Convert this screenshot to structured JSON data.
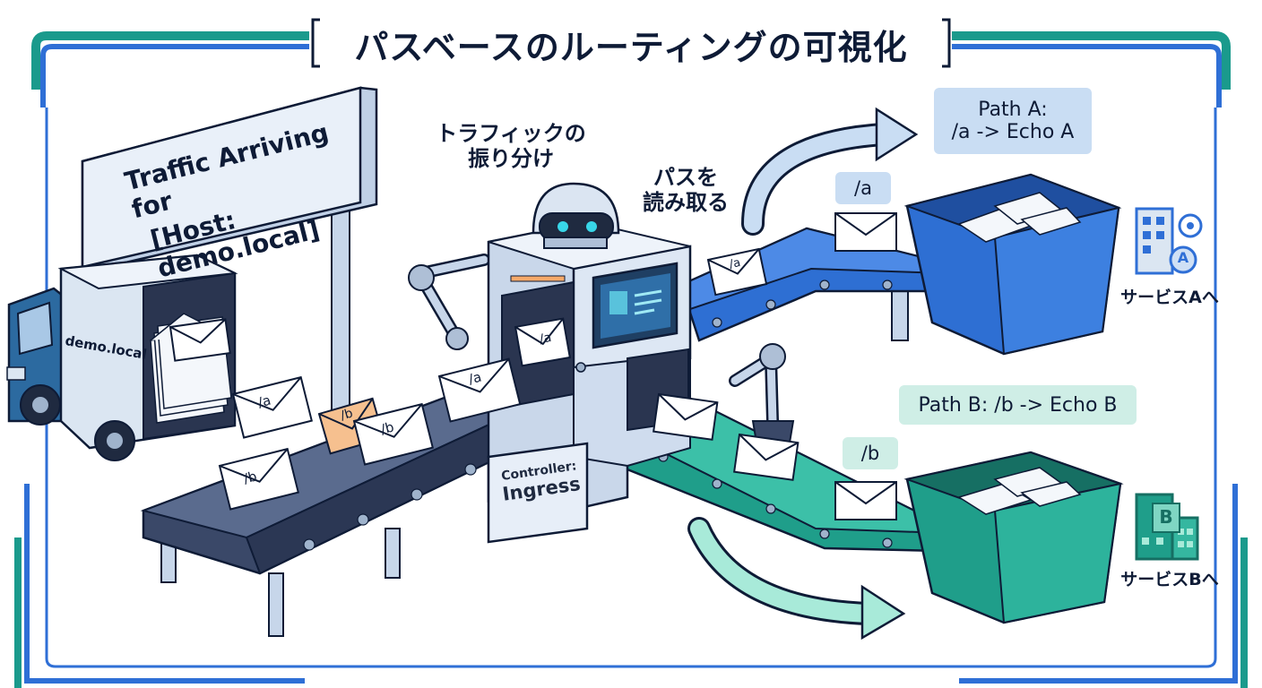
{
  "title": "パスベースのルーティングの可視化",
  "sign": {
    "line1": "Traffic Arriving for",
    "line2": "[Host: demo.local]"
  },
  "truck": {
    "label": "demo.local"
  },
  "robot": {
    "sorting_label_line1": "トラフィックの",
    "sorting_label_line2": "振り分け",
    "read_label_line1": "パスを",
    "read_label_line2": "読み取る"
  },
  "controller": {
    "line1": "Controller:",
    "line2": "Ingress"
  },
  "route_a": {
    "line1": "Path A:",
    "line2": "/a -> Echo A",
    "tag": "/a",
    "service": "サービスAへ",
    "badge": "A"
  },
  "route_b": {
    "label": "Path B: /b -> Echo B",
    "tag": "/b",
    "service": "サービスBへ",
    "badge": "B"
  },
  "envelope_labels": {
    "a": "/a",
    "b": "/b"
  },
  "colors": {
    "frame_blue": "#2f6fd6",
    "frame_teal": "#1a9a8c",
    "route_a_blue": "#2e6fd3",
    "route_b_teal": "#1f9e8a",
    "highlight_orange": "#f6c08f",
    "pill_a": "#c9ddf3",
    "pill_b": "#cfeee6"
  }
}
